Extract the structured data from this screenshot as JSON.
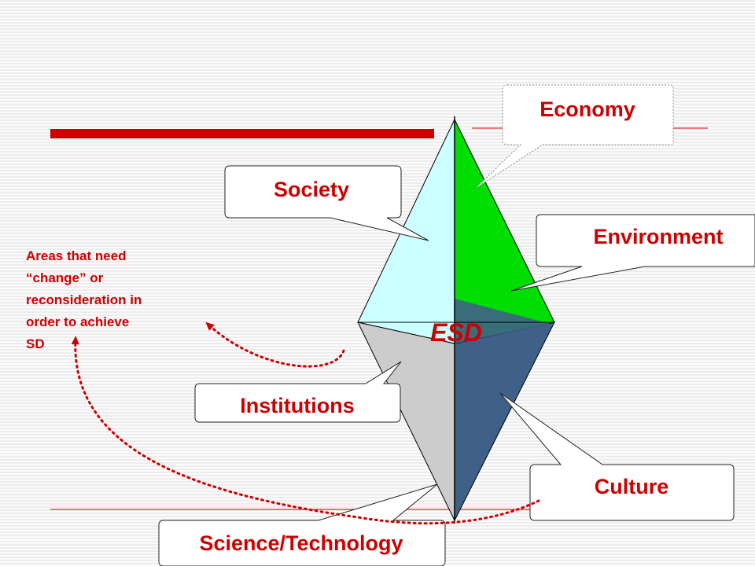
{
  "diagram": {
    "center_label": "ESD",
    "labels": {
      "economy": "Economy",
      "society": "Society",
      "environment": "Environment",
      "institutions": "Institutions",
      "culture": "Culture",
      "science": "Science/Technology"
    },
    "note_lines": [
      "Areas that need",
      "“change” or",
      "reconsideration in",
      "order to achieve",
      "SD"
    ]
  },
  "colors": {
    "accent_red": "#cc0000",
    "label_text": "#cc0000",
    "face_society": "#ccffff",
    "face_environment": "#00dd00",
    "face_institutions": "#cccccc",
    "face_culture": "#3f6087",
    "stripe_bg": "#ececec"
  }
}
